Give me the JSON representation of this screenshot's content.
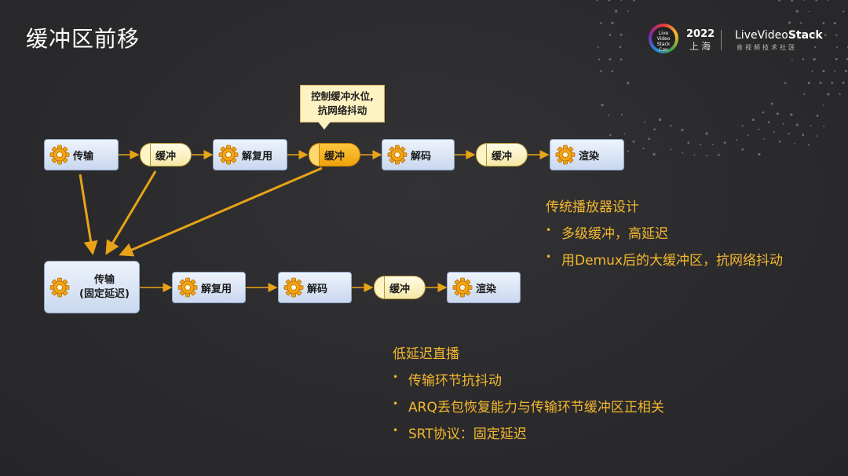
{
  "slide": {
    "title": "缓冲区前移"
  },
  "logo": {
    "badge_text": "Live Video Stack Con",
    "year": "2022",
    "city": "上海",
    "brand_pre": "LiveVideo",
    "brand_bold": "Stack",
    "brand_sub": "音视频技术社区"
  },
  "callout": {
    "line1": "控制缓冲水位,",
    "line2": "抗网络抖动"
  },
  "top_pipeline": {
    "transport": "传输",
    "buffer1": "缓冲",
    "demux": "解复用",
    "buffer2": "缓冲",
    "decode": "解码",
    "buffer3": "缓冲",
    "render": "渲染"
  },
  "bottom_pipeline": {
    "transport_line1": "传输",
    "transport_line2": "(固定延迟)",
    "demux": "解复用",
    "decode": "解码",
    "buffer": "缓冲",
    "render": "渲染"
  },
  "traditional": {
    "heading": "传统播放器设计",
    "bullets": [
      "多级缓冲，高延迟",
      "用Demux后的大缓冲区，抗网络抖动"
    ]
  },
  "lowlatency": {
    "heading": "低延迟直播",
    "bullets": [
      "传输环节抗抖动",
      "ARQ丢包恢复能力与传输环节缓冲区正相关",
      "SRT协议：固定延迟"
    ]
  },
  "colors": {
    "accent": "#f4b82e",
    "arrow": "#e8a317",
    "node_border": "#8fa6c9"
  },
  "icons": {
    "gear": "gear-icon",
    "bullet": "•"
  }
}
